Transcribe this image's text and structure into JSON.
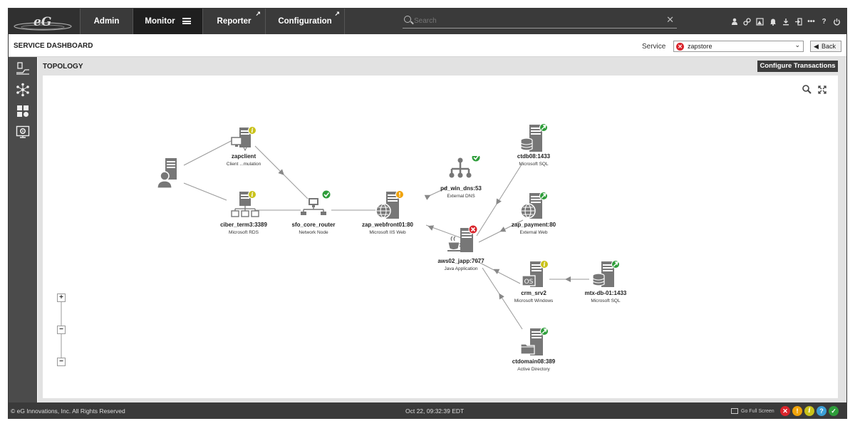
{
  "topbar": {
    "nav": [
      {
        "label": "Admin"
      },
      {
        "label": "Monitor"
      },
      {
        "label": "Reporter"
      },
      {
        "label": "Configuration"
      }
    ],
    "search_placeholder": "Search",
    "icons": [
      "user-icon",
      "link-icon",
      "map-icon",
      "bell-icon",
      "download-icon",
      "logout-icon",
      "more-icon",
      "help-icon",
      "power-icon"
    ]
  },
  "page": {
    "title": "SERVICE DASHBOARD",
    "service_label": "Service",
    "service_value": "zapstore",
    "back_label": "Back"
  },
  "topology": {
    "title": "TOPOLOGY",
    "configure_button": "Configure Transactions",
    "nodes": [
      {
        "name": "zapclient",
        "type": "Client ...mulation",
        "status": "info"
      },
      {
        "name": "ciber_term3:3389",
        "type": "Microsoft RDS",
        "status": "info"
      },
      {
        "name": "sfo_core_router",
        "type": "Network Node",
        "status": "ok"
      },
      {
        "name": "zap_webfront01:80",
        "type": "Microsoft IIS Web",
        "status": "warning"
      },
      {
        "name": "pd_win_dns:53",
        "type": "External DNS",
        "status": "ok"
      },
      {
        "name": "ctdb08:1433",
        "type": "Microsoft SQL",
        "status": "maintenance"
      },
      {
        "name": "zap_payment:80",
        "type": "External Web",
        "status": "maintenance"
      },
      {
        "name": "aws02_japp:7077",
        "type": "Java Application",
        "status": "critical"
      },
      {
        "name": "crm_srv2",
        "type": "Microsoft Windows",
        "status": "info"
      },
      {
        "name": "mtx-db-01:1433",
        "type": "Microsoft SQL",
        "status": "maintenance"
      },
      {
        "name": "ctdomain08:389",
        "type": "Active Directory",
        "status": "maintenance"
      }
    ]
  },
  "footer": {
    "copyright": "© eG Innovations, Inc. All Rights Reserved",
    "timestamp": "Oct 22, 09:32:39 EDT",
    "fullscreen_label": "Go Full Screen"
  },
  "colors": {
    "critical": "#d9242b",
    "warning": "#f0a30a",
    "info": "#c9c21a",
    "ok": "#2e9d3a",
    "maintenance": "#2e9d3a",
    "unknown": "#3b9fd6"
  }
}
